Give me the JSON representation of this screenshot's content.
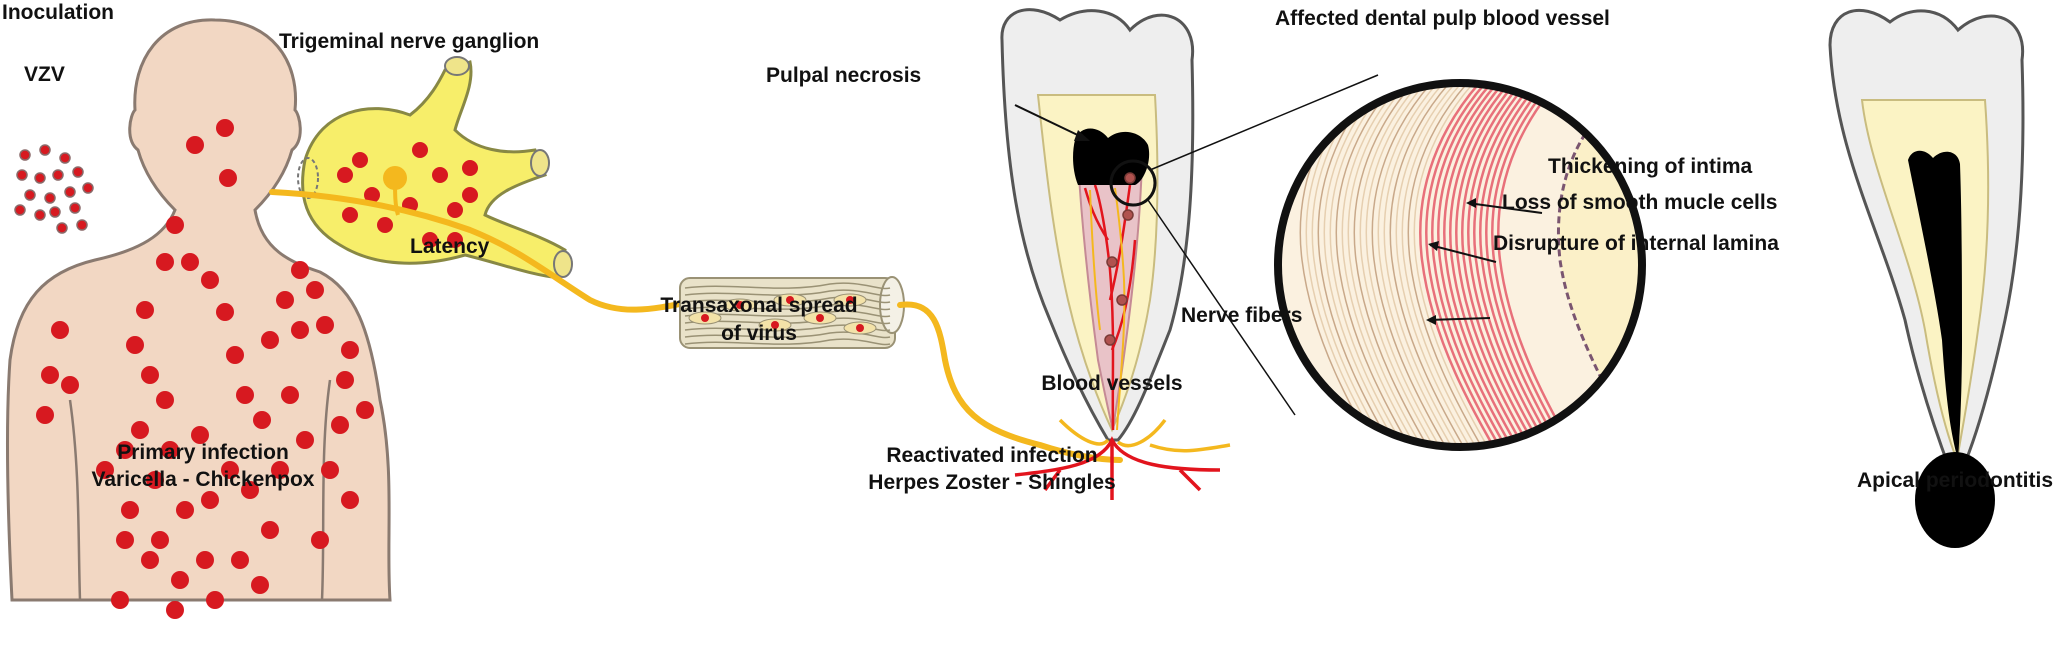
{
  "labels": {
    "inoculation": "Inoculation",
    "vzv": "VZV",
    "trigeminal_ganglion": "Trigeminal nerve ganglion",
    "latency": "Latency",
    "transaxonal_line1": "Transaxonal spread",
    "transaxonal_line2": "of virus",
    "primary_line1": "Primary infection",
    "primary_line2": "Varicella - Chickenpox",
    "pulpal_necrosis": "Pulpal necrosis",
    "nerve_fibers": "Nerve fibers",
    "blood_vessels": "Blood vessels",
    "reactivated_line1": "Reactivated infection",
    "reactivated_line2": "Herpes Zoster - Shingles",
    "affected_vessel": "Affected dental pulp blood vessel",
    "intima": "Thickening of intima",
    "smooth_muscle": "Loss of smooth mucle cells",
    "internal_lamina": "Disrupture of internal lamina",
    "apical": "Apical periodontitis"
  },
  "colors": {
    "skin": "#f2d7c3",
    "skin_outline": "#8a7a70",
    "lesion": "#d71920",
    "ganglion": "#f7ee6a",
    "nerve": "#f4b81e",
    "blood": "#e2141d",
    "necrosis": "#000000",
    "enamel": "#eeeeee",
    "dentin": "#fbf3c4",
    "pulp": "#e9c3c8",
    "vessel_wall": "#e8707a"
  }
}
